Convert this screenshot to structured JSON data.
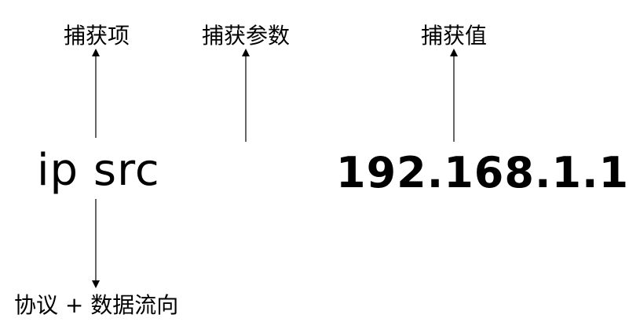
{
  "labels": {
    "capture_item": "捕获项",
    "capture_param": "捕获参数",
    "capture_value": "捕获值",
    "protocol_direction": "协议 + 数据流向"
  },
  "expression": {
    "field": "ip src",
    "value": "192.168.1.1"
  },
  "colors": {
    "text": "#000000",
    "arrow": "#000000",
    "background": "#ffffff"
  }
}
